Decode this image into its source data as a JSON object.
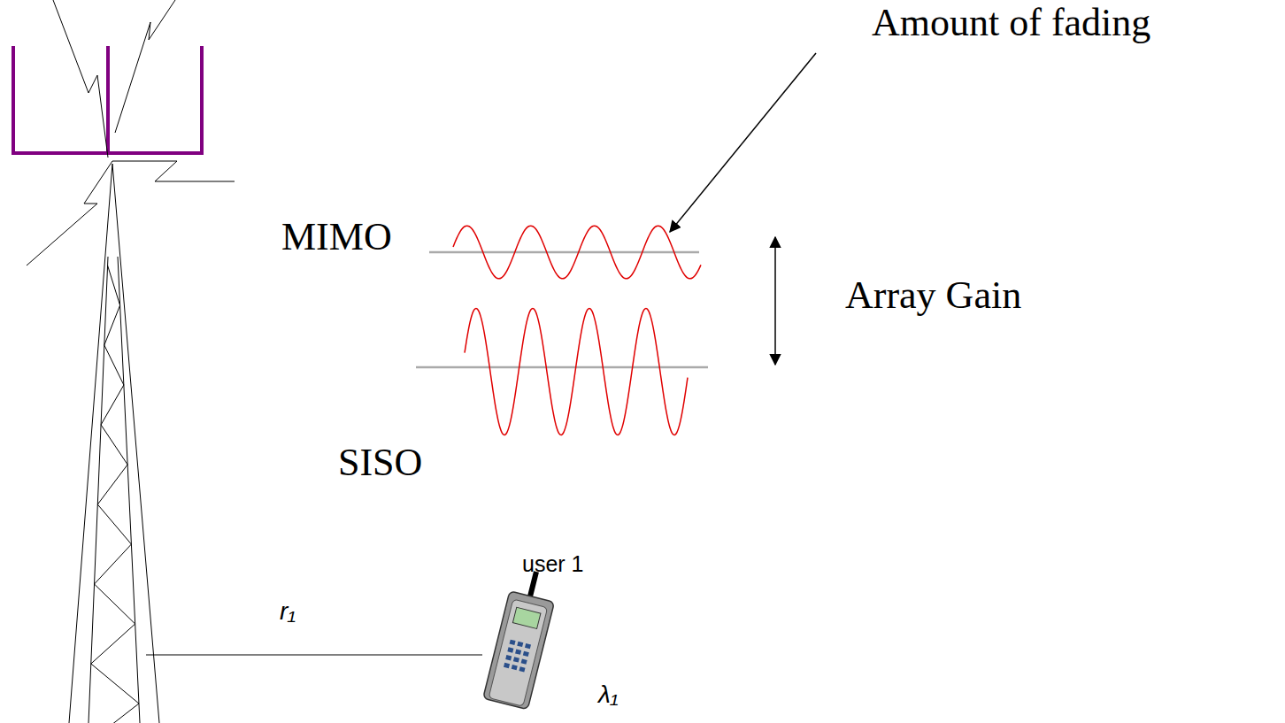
{
  "diagram": {
    "labels": [
      "Amount of fading",
      "MIMO",
      "Array Gain",
      "SISO",
      "user 1",
      "r₁",
      "λ₁"
    ]
  }
}
